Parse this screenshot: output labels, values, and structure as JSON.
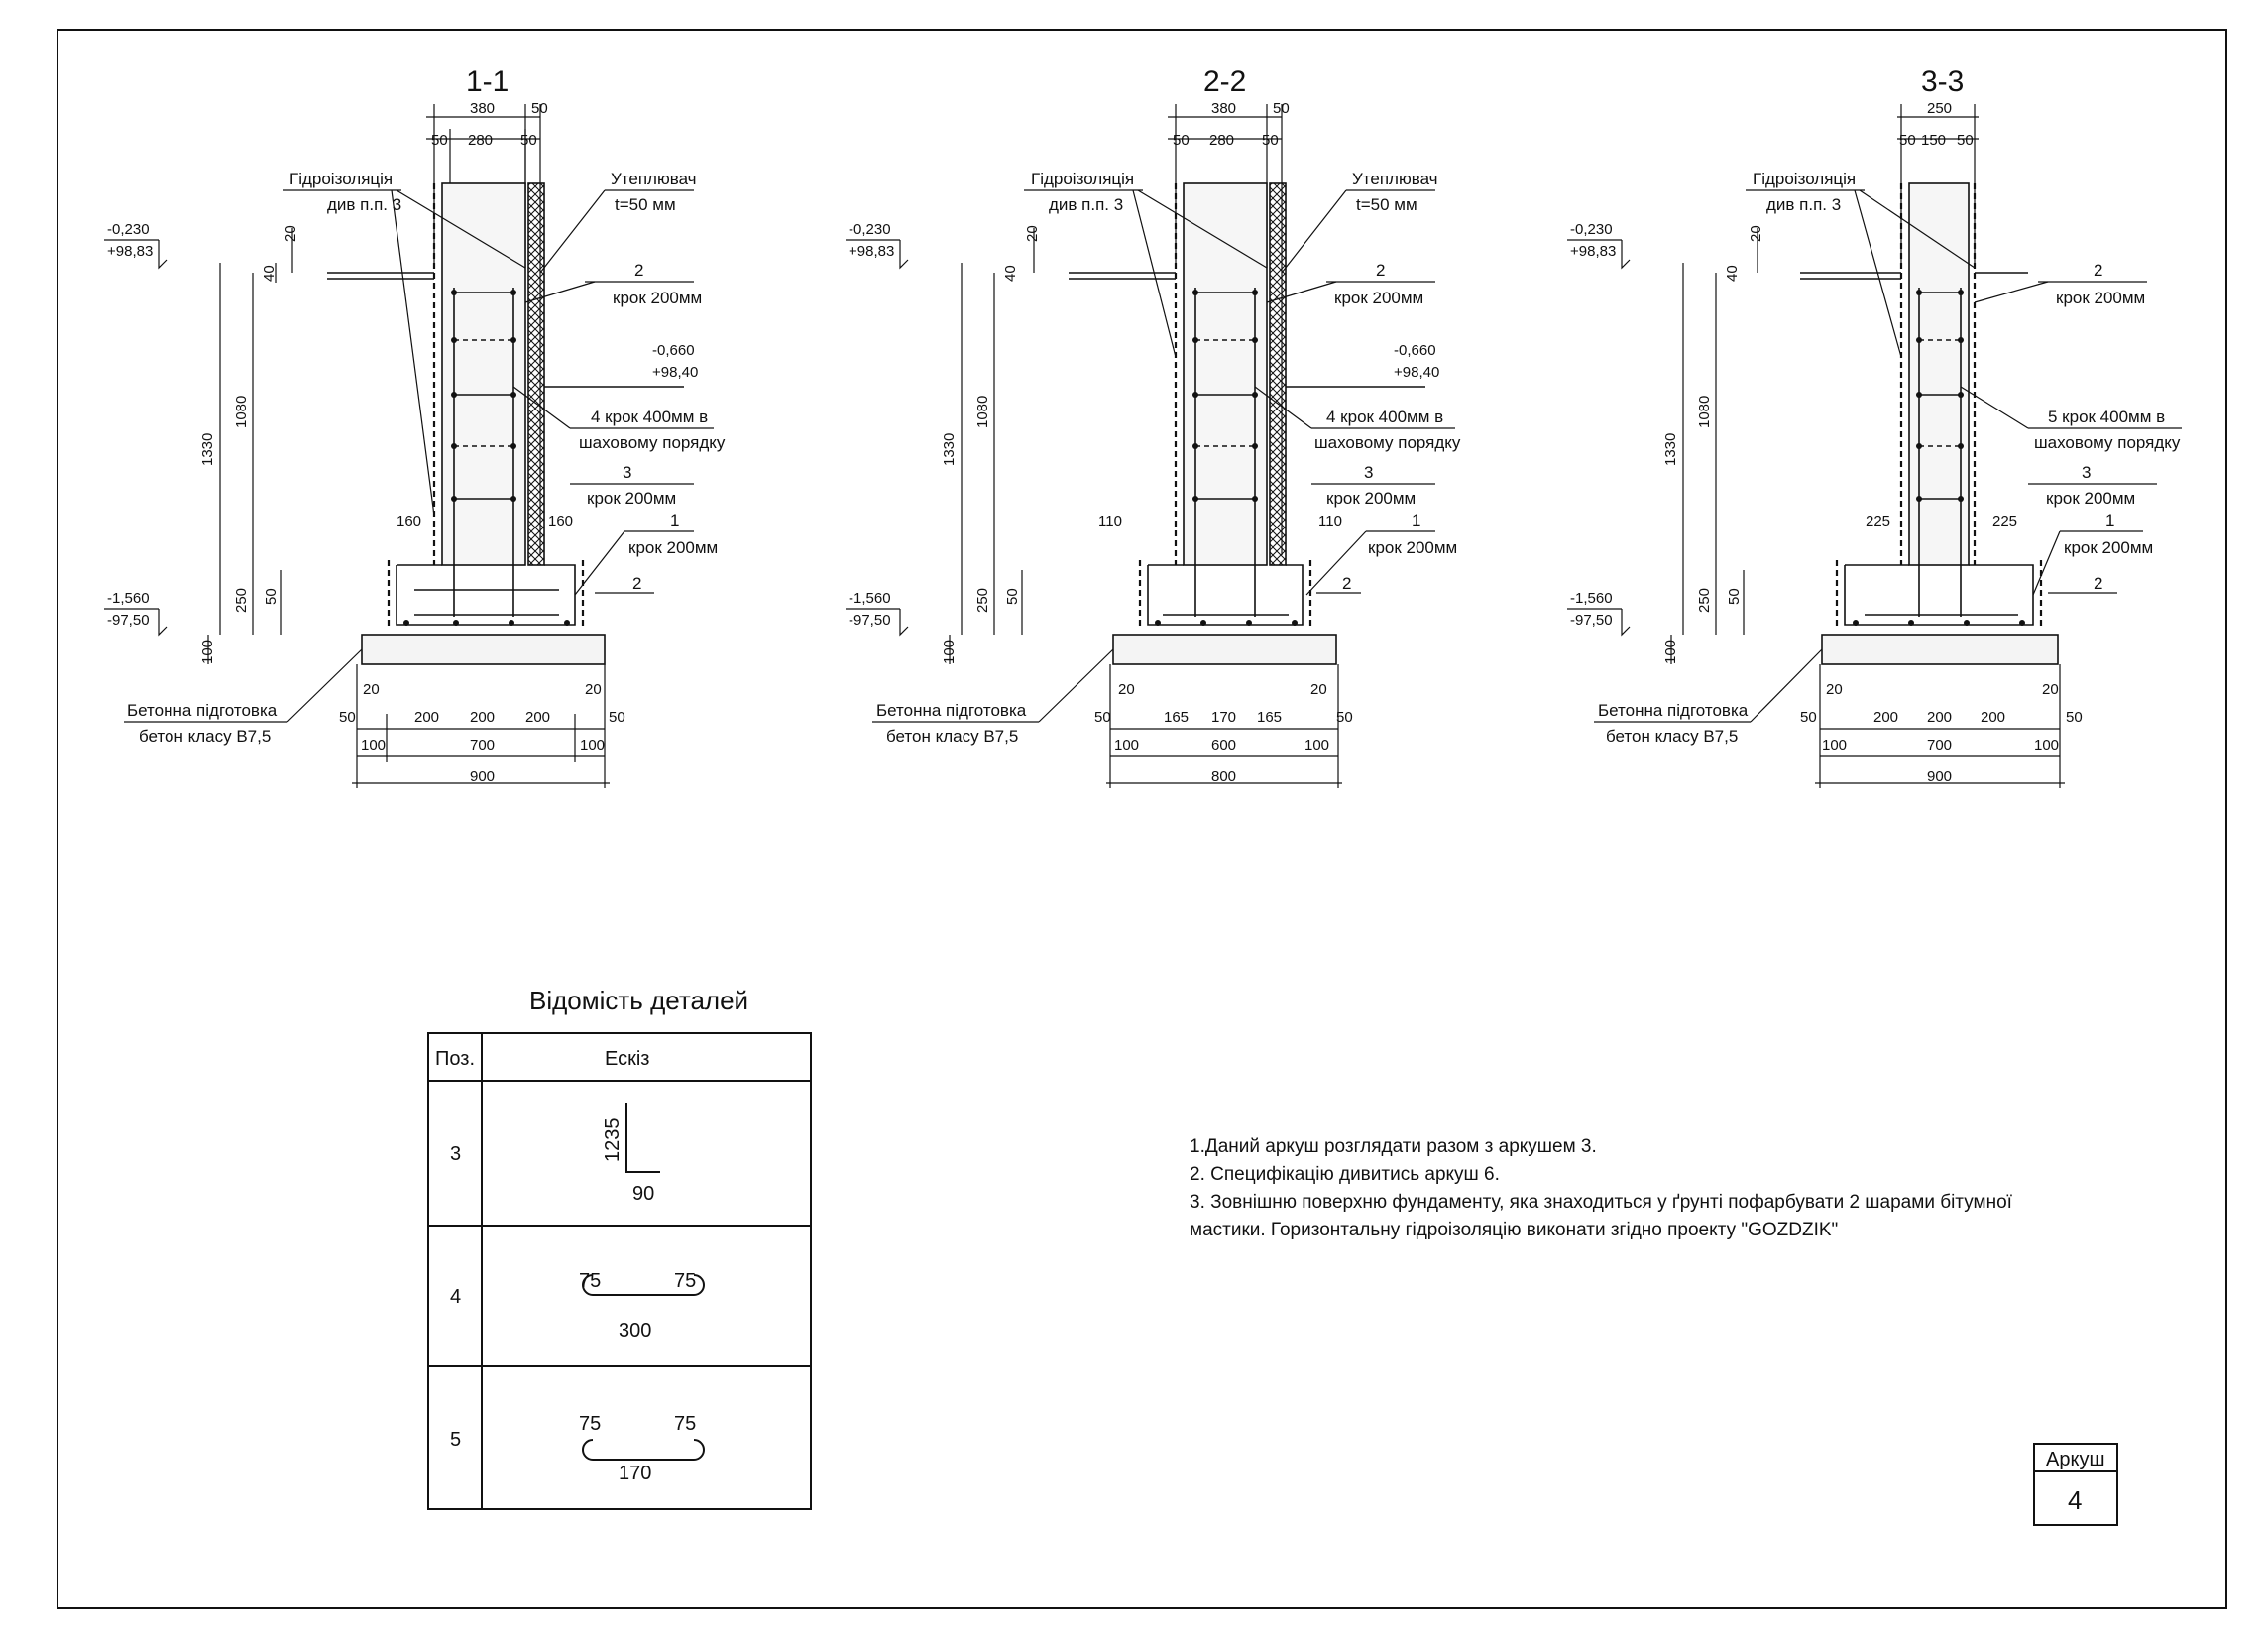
{
  "sections": [
    {
      "title": "1-1",
      "top_dims": [
        "380",
        "50"
      ],
      "mid_dims": [
        "50",
        "280",
        "50"
      ],
      "waterproofing": [
        "Гідроізоляція",
        "див п.п. 3"
      ],
      "insulation": [
        "Утеплювач",
        "t=50 мм"
      ],
      "level_top": [
        "-0,230",
        "+98,83"
      ],
      "level_ground": [
        "-0,660",
        "+98,40"
      ],
      "level_bottom": [
        "-1,560",
        "-97,50"
      ],
      "callouts": [
        {
          "num": "2",
          "text": "крок 200мм"
        },
        {
          "num": "",
          "text": "4 крок 400мм в"
        },
        {
          "num": "",
          "text": "шаховому порядку"
        },
        {
          "num": "3",
          "text": "крок 200мм"
        },
        {
          "num": "1",
          "text": "крок 200мм"
        },
        {
          "num": "2",
          "text": ""
        }
      ],
      "step_dims": [
        "160",
        "160"
      ],
      "vert_dims": [
        "20",
        "40",
        "1330",
        "1080",
        "250",
        "50",
        "100"
      ],
      "base_dims": [
        "20",
        "20",
        "50",
        "200",
        "200",
        "200",
        "50",
        "100",
        "700",
        "100",
        "900"
      ],
      "concrete": [
        "Бетонна підготовка",
        "бетон класу В7,5"
      ]
    },
    {
      "title": "2-2",
      "top_dims": [
        "380",
        "50"
      ],
      "mid_dims": [
        "50",
        "280",
        "50"
      ],
      "waterproofing": [
        "Гідроізоляція",
        "див п.п. 3"
      ],
      "insulation": [
        "Утеплювач",
        "t=50 мм"
      ],
      "level_top": [
        "-0,230",
        "+98,83"
      ],
      "level_ground": [
        "-0,660",
        "+98,40"
      ],
      "level_bottom": [
        "-1,560",
        "-97,50"
      ],
      "callouts": [
        {
          "num": "2",
          "text": "крок 200мм"
        },
        {
          "num": "",
          "text": "4 крок 400мм в"
        },
        {
          "num": "",
          "text": "шаховому порядку"
        },
        {
          "num": "3",
          "text": "крок 200мм"
        },
        {
          "num": "1",
          "text": "крок 200мм"
        },
        {
          "num": "2",
          "text": ""
        }
      ],
      "step_dims": [
        "110",
        "110"
      ],
      "vert_dims": [
        "20",
        "40",
        "1330",
        "1080",
        "250",
        "50",
        "100"
      ],
      "base_dims": [
        "20",
        "20",
        "50",
        "165",
        "170",
        "165",
        "50",
        "100",
        "600",
        "100",
        "800"
      ],
      "concrete": [
        "Бетонна підготовка",
        "бетон класу В7,5"
      ]
    },
    {
      "title": "3-3",
      "top_dims": [
        "250"
      ],
      "mid_dims": [
        "50",
        "150",
        "50"
      ],
      "waterproofing": [
        "Гідроізоляція",
        "див п.п. 3"
      ],
      "insulation": [],
      "level_top": [
        "-0,230",
        "+98,83"
      ],
      "level_ground": [],
      "level_bottom": [
        "-1,560",
        "-97,50"
      ],
      "callouts": [
        {
          "num": "2",
          "text": "крок 200мм"
        },
        {
          "num": "",
          "text": "5 крок 400мм в"
        },
        {
          "num": "",
          "text": "шаховому порядку"
        },
        {
          "num": "3",
          "text": "крок 200мм"
        },
        {
          "num": "1",
          "text": "крок 200мм"
        },
        {
          "num": "2",
          "text": ""
        }
      ],
      "step_dims": [
        "225",
        "225"
      ],
      "vert_dims": [
        "20",
        "40",
        "1330",
        "1080",
        "250",
        "50",
        "100"
      ],
      "base_dims": [
        "20",
        "20",
        "50",
        "200",
        "200",
        "200",
        "50",
        "100",
        "700",
        "100",
        "900"
      ],
      "concrete": [
        "Бетонна підготовка",
        "бетон класу В7,5"
      ]
    }
  ],
  "details_table": {
    "title": "Відомість деталей",
    "headers": [
      "Поз.",
      "Ескіз"
    ],
    "rows": [
      {
        "pos": "3",
        "dims": [
          "1235",
          "90"
        ]
      },
      {
        "pos": "4",
        "dims": [
          "75",
          "75",
          "300"
        ]
      },
      {
        "pos": "5",
        "dims": [
          "75",
          "75",
          "170"
        ]
      }
    ]
  },
  "notes": [
    "1.Даний аркуш розглядати разом з аркушем 3.",
    "2. Специфікацію дивитись аркуш 6.",
    "3. Зовнішню поверхню фундаменту, яка знаходиться у ґрунті пофарбувати  2 шарами бітумної",
    "мастики. Горизонтальну гідроізоляцію виконати згідно проекту \"GOZDZIK\""
  ],
  "sheet_box": {
    "label": "Аркуш",
    "number": "4"
  }
}
